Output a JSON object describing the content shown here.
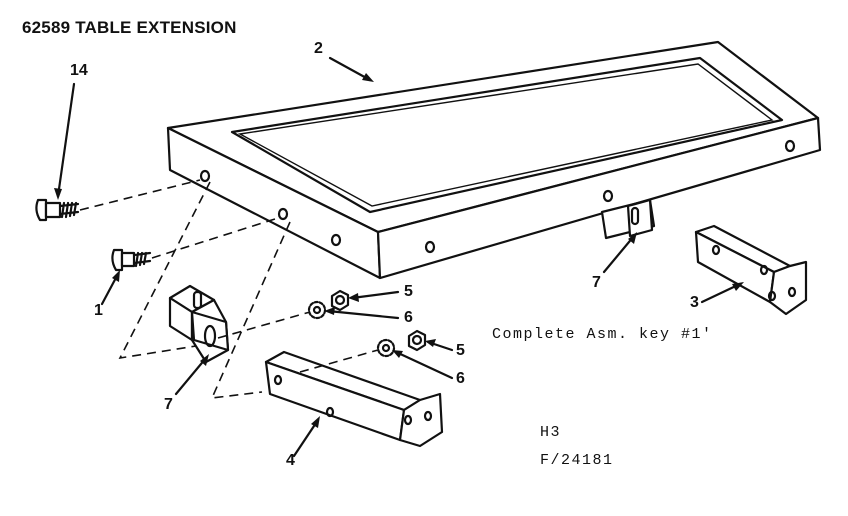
{
  "title": "62589 TABLE EXTENSION",
  "note": "Complete Asm. key #1'",
  "code_h": "H3",
  "code_f": "F/24181",
  "callouts": {
    "c14": "14",
    "c2": "2",
    "c1": "1",
    "c7a": "7",
    "c7b": "7",
    "c5a": "5",
    "c6a": "6",
    "c5b": "5",
    "c6b": "6",
    "c3": "3",
    "c4": "4"
  },
  "parts": [
    "carriage-bolt",
    "table-extension-panel",
    "carriage-bolt-long",
    "bracket",
    "lock-nut",
    "lock-washer",
    "end-bracket",
    "side-bracket"
  ]
}
